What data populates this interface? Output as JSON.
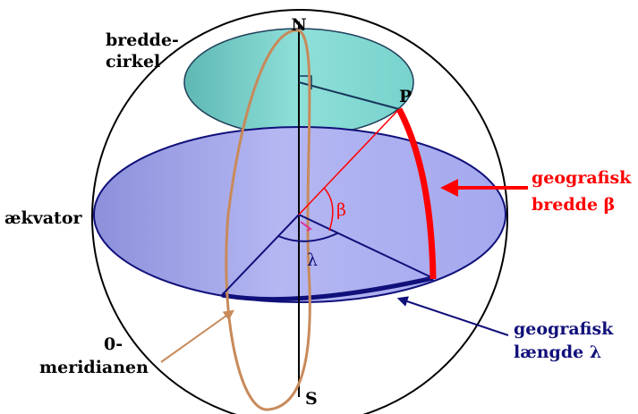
{
  "labels": {
    "north": "N",
    "south": "S",
    "point": "P",
    "latitude_circle_line1": "bredde-",
    "latitude_circle_line2": "cirkel",
    "equator": "ækvator",
    "prime_meridian_line1": "0-",
    "prime_meridian_line2": "meridianen",
    "geo_latitude_line1": "geografisk",
    "geo_latitude_line2": "bredde β",
    "geo_longitude_line1": "geografisk",
    "geo_longitude_line2": "længde λ",
    "beta": "β",
    "lambda": "λ"
  },
  "colors": {
    "outline": "#000000",
    "meridian": "#c88a5a",
    "latitude_disc": "#6cc9c4",
    "equator_disc": "#9b9fe6",
    "equator_edge": "#10107a",
    "latitude_arc": "#ff0000",
    "latitude_text": "#ff0000",
    "longitude_text": "#10107a",
    "right_angle_mark": "#e0309a"
  }
}
